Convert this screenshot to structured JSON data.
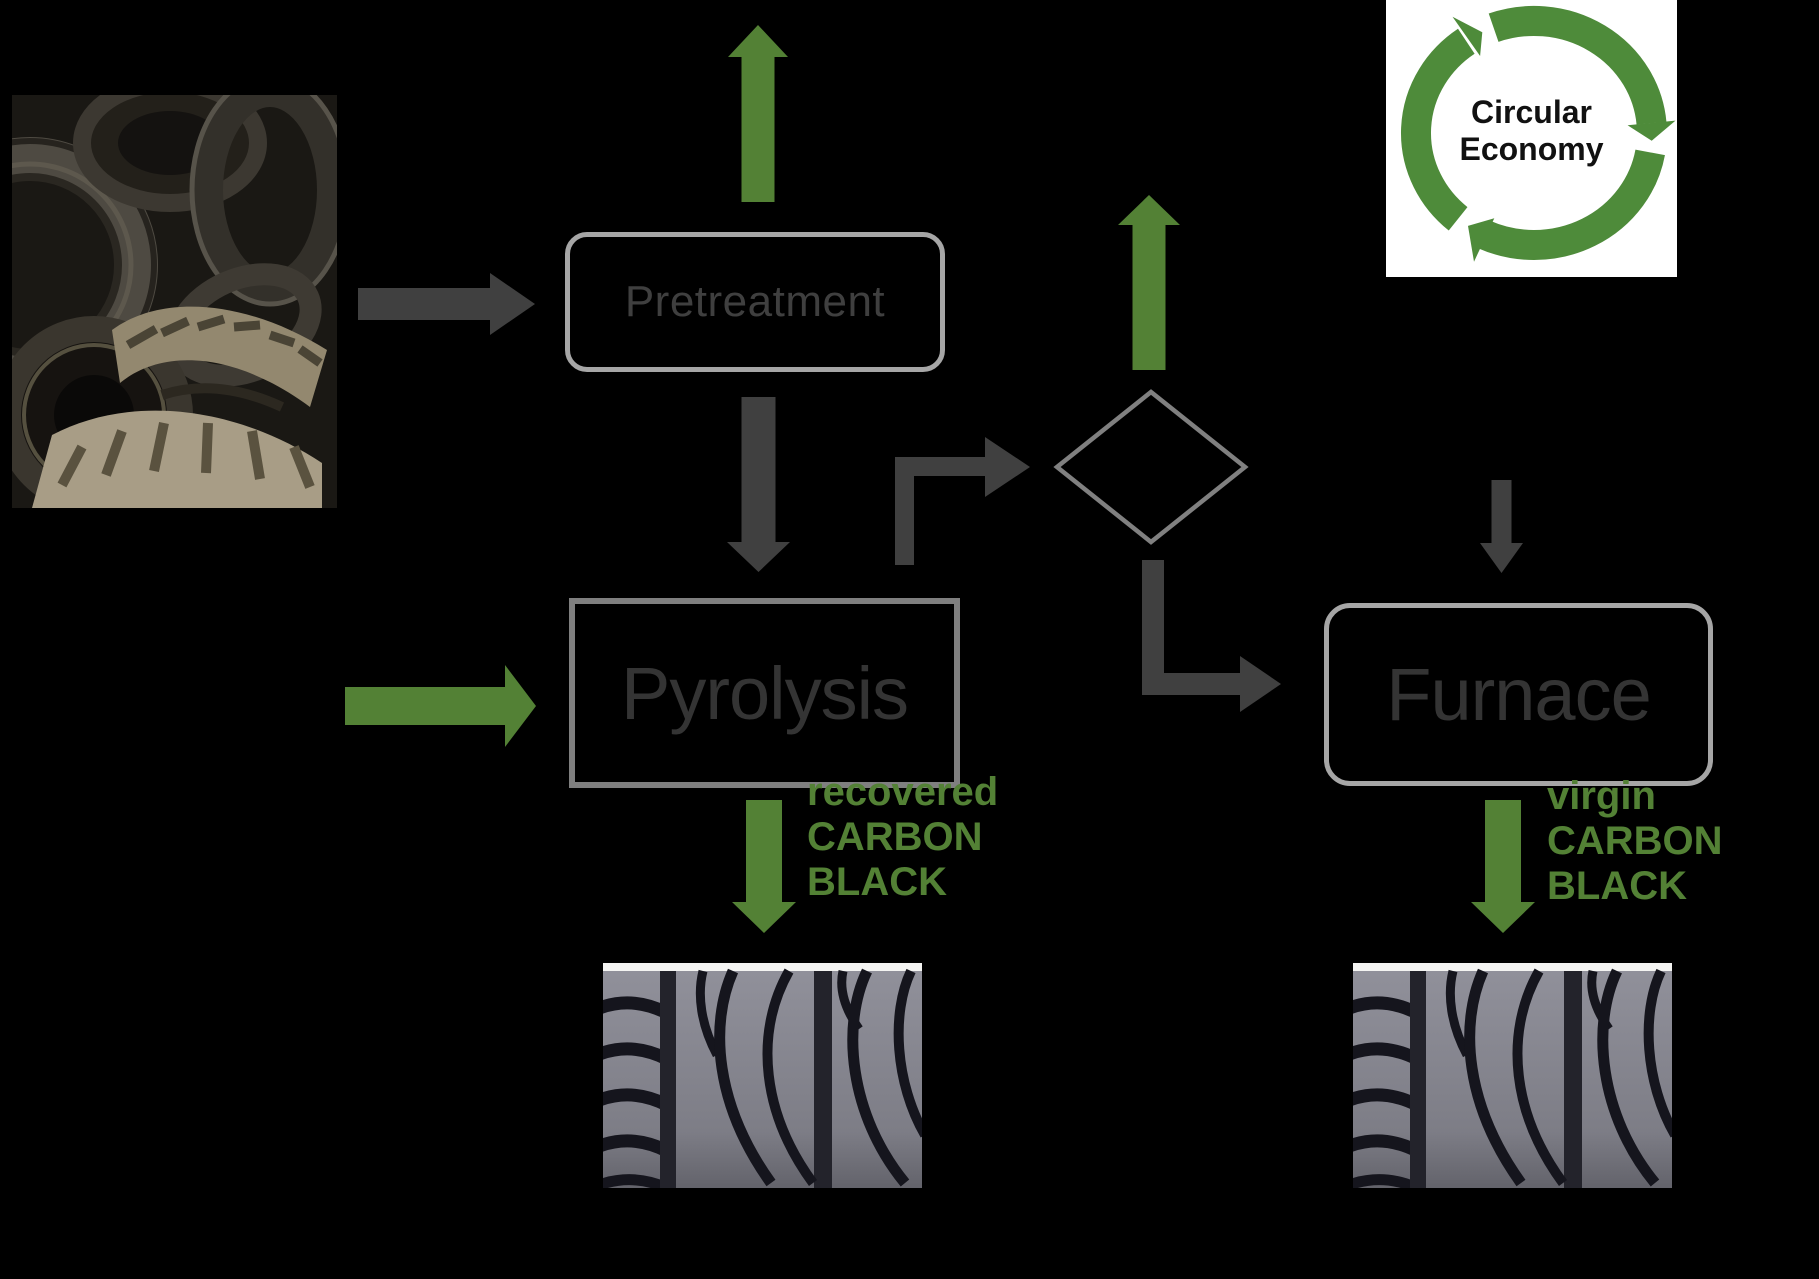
{
  "colors": {
    "background": "#000000",
    "arrow_dark": "#404040",
    "arrow_green": "#538135",
    "label_green": "#538135",
    "box_border_light": "#a6a6a6",
    "box_border_mid": "#7f7f7f",
    "diamond_border": "#808080",
    "box_text_small": "#3f3f3f",
    "box_text_large": "#343434",
    "logo_green": "#4e8b3a",
    "logo_text": "#111111",
    "logo_background": "#ffffff",
    "tread_base": "#8f8f99",
    "tread_groove": "#15151d"
  },
  "flowchart": {
    "pretreatment": {
      "label": "Pretreatment"
    },
    "pyrolysis": {
      "label": "Pyrolysis"
    },
    "furnace": {
      "label": "Furnace"
    },
    "decision": {
      "label": ""
    }
  },
  "outputs": {
    "recovered": {
      "line1": "recovered",
      "line2": "CARBON",
      "line3": "BLACK"
    },
    "virgin": {
      "line1": "virgin",
      "line2": "CARBON",
      "line3": "BLACK"
    }
  },
  "logo": {
    "line1": "Circular",
    "line2": "Economy"
  },
  "images": {
    "tire_pile": "waste-tires-pile-photo",
    "tread_left": "tire-tread-closeup",
    "tread_right": "tire-tread-closeup"
  }
}
